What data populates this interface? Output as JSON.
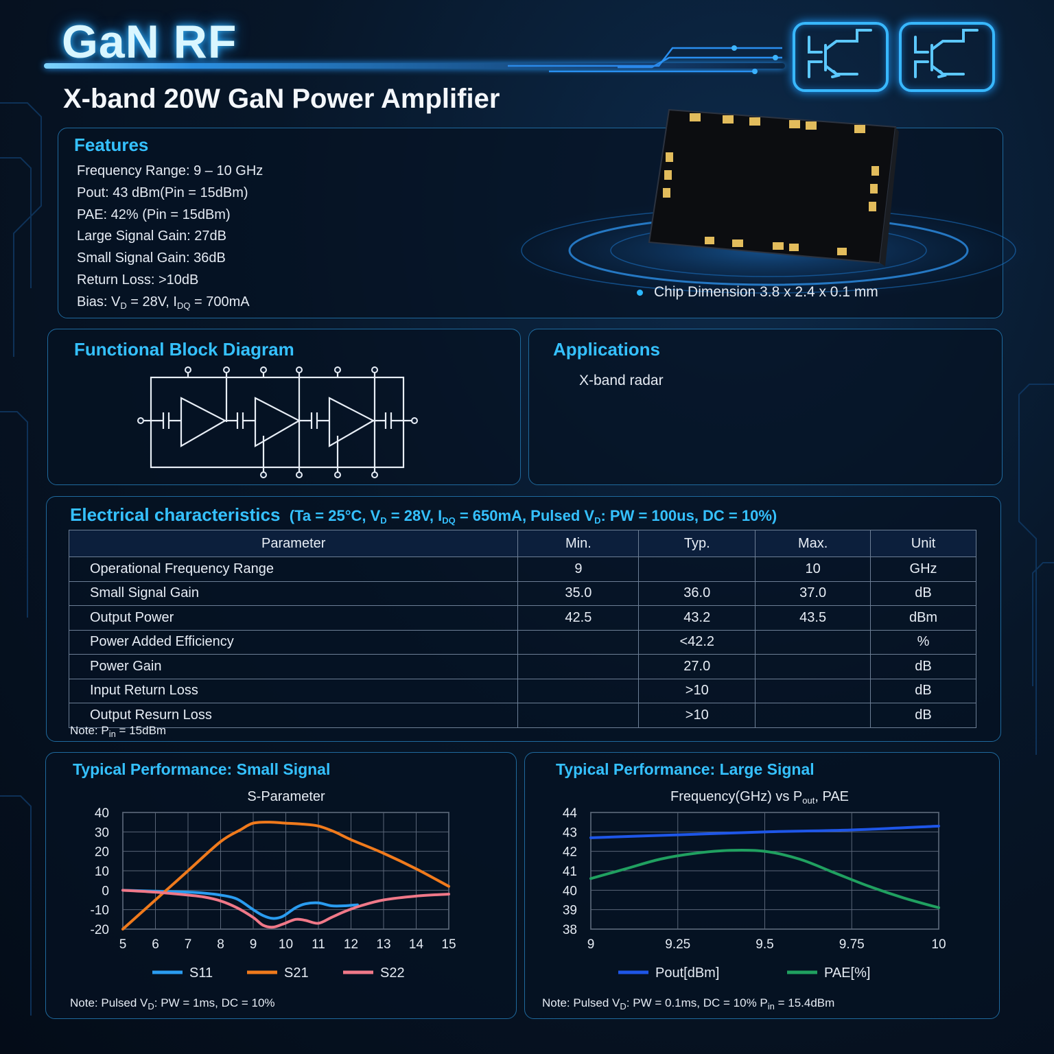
{
  "header": {
    "brand": "GaN RF",
    "subtitle": "X-band 20W GaN Power Amplifier"
  },
  "features": {
    "title": "Features",
    "items": [
      "Frequency Range: 9 – 10 GHz",
      "Pout: 43 dBm(Pin = 15dBm)",
      "PAE: 42% (Pin = 15dBm)",
      "Large Signal Gain: 27dB",
      "Small Signal Gain: 36dB",
      "Return Loss: >10dB"
    ],
    "bias": {
      "prefix": "Bias: V",
      "vd_sub": "D",
      "mid": " = 28V, I",
      "idq_sub": "DQ",
      "suffix": " = 700mA"
    }
  },
  "chip": {
    "dimension": "Chip Dimension 3.8 x 2.4 x 0.1 mm"
  },
  "block_diagram": {
    "title": "Functional Block Diagram"
  },
  "applications": {
    "title": "Applications",
    "items": [
      "X-band radar"
    ]
  },
  "electrical": {
    "title": "Electrical characteristics",
    "cond": {
      "a": "(Ta = 25°C, V",
      "s1": "D",
      "b": " = 28V, I",
      "s2": "DQ",
      "c": " = 650mA, Pulsed V",
      "s3": "D",
      "d": ": PW = 100us, DC = 10%)"
    },
    "headers": [
      "Parameter",
      "Min.",
      "Typ.",
      "Max.",
      "Unit"
    ],
    "rows": [
      [
        "Operational Frequency Range",
        "9",
        "",
        "10",
        "GHz"
      ],
      [
        "Small Signal Gain",
        "35.0",
        "36.0",
        "37.0",
        "dB"
      ],
      [
        "Output Power",
        "42.5",
        "43.2",
        "43.5",
        "dBm"
      ],
      [
        "Power Added Efficiency",
        "",
        "<42.2",
        "",
        "%"
      ],
      [
        "Power Gain",
        "",
        "27.0",
        "",
        "dB"
      ],
      [
        "Input Return Loss",
        "",
        ">10",
        "",
        "dB"
      ],
      [
        "Output Resurn Loss",
        "",
        ">10",
        "",
        "dB"
      ]
    ],
    "note": {
      "a": "Note: P",
      "s": "in",
      "b": " = 15dBm"
    }
  },
  "small_signal": {
    "title": "Typical Performance:  Small Signal",
    "note": {
      "a": "Note: Pulsed V",
      "s": "D",
      "b": ": PW = 1ms, DC = 10%"
    }
  },
  "large_signal": {
    "title": "Typical Performance:  Large Signal",
    "note": {
      "a": "Note: Pulsed V",
      "s": "D",
      "b": ": PW = 0.1ms, DC = 10% P",
      "s2": "in",
      "c": " = 15.4dBm"
    }
  },
  "chart_data": [
    {
      "type": "line",
      "title": "S-Parameter",
      "xlim": [
        5,
        15
      ],
      "ylim": [
        -20,
        40
      ],
      "xticks": [
        5,
        6,
        7,
        8,
        9,
        10,
        11,
        12,
        13,
        14,
        15
      ],
      "yticks": [
        40,
        30,
        20,
        10,
        0,
        -10,
        -20
      ],
      "grid": true,
      "legend_position": "bottom",
      "series": [
        {
          "name": "S11",
          "color": "#2a9cf0",
          "x": [
            5,
            6,
            7,
            7.5,
            8,
            8.5,
            9,
            9.3,
            9.6,
            9.9,
            10.3,
            10.6,
            11,
            11.4,
            11.8,
            12.2
          ],
          "y": [
            0,
            -0.5,
            -1,
            -1.5,
            -2.5,
            -4.5,
            -10,
            -13,
            -14.5,
            -13.5,
            -9,
            -7,
            -6.5,
            -8,
            -8,
            -7.5
          ]
        },
        {
          "name": "S21",
          "color": "#f07a1c",
          "x": [
            5,
            6,
            7,
            8,
            8.6,
            9,
            9.5,
            10,
            10.5,
            11,
            11.5,
            12,
            13,
            14,
            15
          ],
          "y": [
            -20,
            -5,
            10,
            25,
            31,
            34.5,
            35,
            34.5,
            34,
            33,
            30,
            26,
            19,
            11,
            2
          ]
        },
        {
          "name": "S22",
          "color": "#f07888",
          "x": [
            5,
            6,
            7,
            7.5,
            8,
            8.5,
            9,
            9.3,
            9.6,
            9.9,
            10.3,
            10.6,
            11,
            11.4,
            11.8,
            12.3,
            13,
            14,
            15
          ],
          "y": [
            0,
            -1,
            -2.5,
            -3.5,
            -5.5,
            -9,
            -14,
            -18,
            -19,
            -17.5,
            -15,
            -15.5,
            -17,
            -14,
            -11,
            -8,
            -5,
            -3,
            -2
          ]
        }
      ]
    },
    {
      "type": "line",
      "title_parts": {
        "a": "Frequency(GHz) vs P",
        "s": "out",
        "b": ", PAE"
      },
      "xlim": [
        9,
        10
      ],
      "ylim": [
        38,
        44
      ],
      "xticks": [
        9,
        9.25,
        9.5,
        9.75,
        10
      ],
      "yticks": [
        44,
        43,
        42,
        41,
        40,
        39,
        38
      ],
      "grid": true,
      "legend_position": "bottom",
      "series": [
        {
          "name": "Pout[dBm]",
          "color": "#1e56e8",
          "x": [
            9,
            9.25,
            9.5,
            9.75,
            10
          ],
          "y": [
            42.7,
            42.85,
            43.0,
            43.1,
            43.3
          ]
        },
        {
          "name": "PAE[%]",
          "color": "#20a060",
          "x": [
            9,
            9.1,
            9.2,
            9.3,
            9.4,
            9.5,
            9.6,
            9.7,
            9.8,
            9.9,
            10
          ],
          "y": [
            40.6,
            41.1,
            41.6,
            41.9,
            42.05,
            42.0,
            41.6,
            40.9,
            40.2,
            39.6,
            39.1
          ]
        }
      ]
    }
  ]
}
